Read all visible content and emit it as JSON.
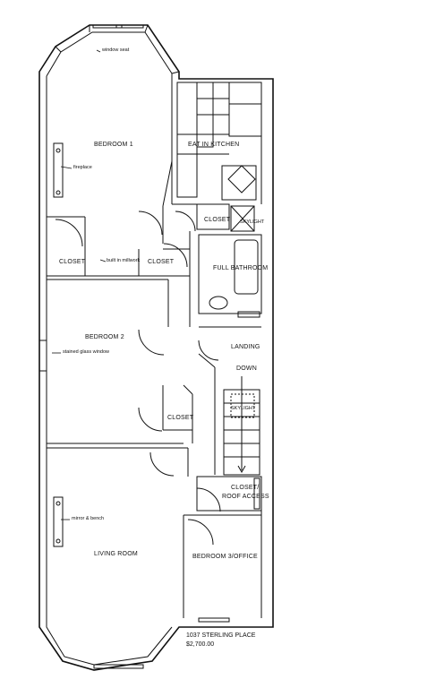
{
  "rooms": {
    "bedroom1": "BEDROOM 1",
    "kitchen": "EAT IN KITCHEN",
    "closet_kitchen": "CLOSET",
    "skylight_top": "SKYLIGHT",
    "closet_bed1_left": "CLOSET",
    "closet_bed1_right": "CLOSET",
    "bathroom": "FULL BATHROOM",
    "bedroom2": "BEDROOM 2",
    "landing": "LANDING",
    "down": "DOWN",
    "skylight_stair": "SKYLIGHT",
    "closet_bed2": "CLOSET",
    "closet_roof_line1": "CLOSET/",
    "closet_roof_line2": "ROOF ACCESS",
    "living_room": "LIVING ROOM",
    "bedroom3": "BEDROOM 3/OFFICE"
  },
  "notes": {
    "window_seat": "window seat",
    "fireplace": "fireplace",
    "built_in_millwork": "built in millwork",
    "stained_glass_window": "stained glass window",
    "mirror_bench": "mirror & bench"
  },
  "listing": {
    "address": "1037 STERLING PLACE",
    "price": "$2,700.00"
  }
}
